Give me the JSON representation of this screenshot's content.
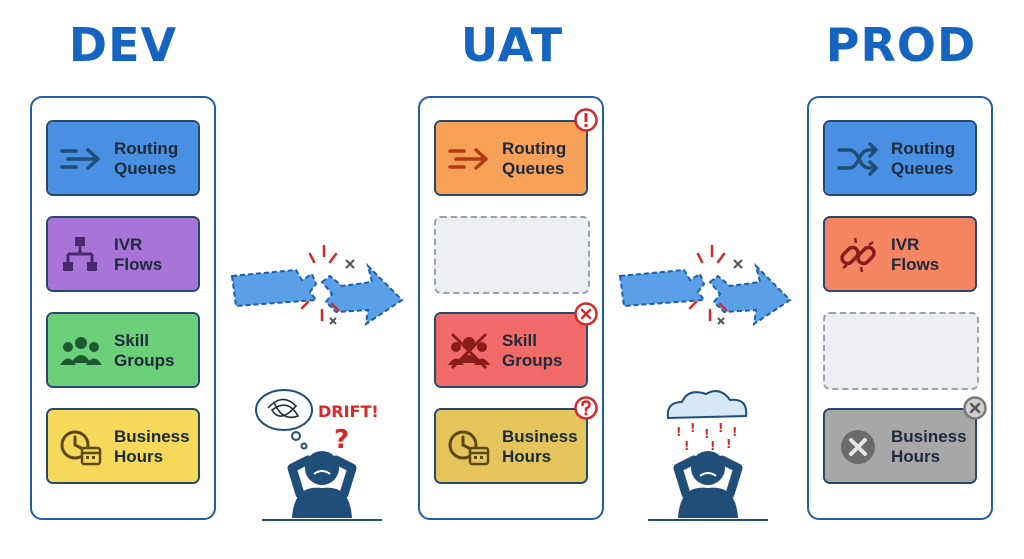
{
  "environments": {
    "dev": {
      "title": "DEV",
      "cards": [
        {
          "line1": "Routing",
          "line2": "Queues",
          "icon": "routing-arrow-icon",
          "color": "#4a90e2"
        },
        {
          "line1": "IVR",
          "line2": "Flows",
          "icon": "flow-chart-icon",
          "color": "#a874d8"
        },
        {
          "line1": "Skill",
          "line2": "Groups",
          "icon": "people-group-icon",
          "color": "#6ccf7a"
        },
        {
          "line1": "Business",
          "line2": "Hours",
          "icon": "clock-calendar-icon",
          "color": "#f6d85a"
        }
      ]
    },
    "uat": {
      "title": "UAT",
      "cards": [
        {
          "line1": "Routing",
          "line2": "Queues",
          "icon": "routing-arrow-icon",
          "color": "#f7a158",
          "status": "warning"
        },
        {
          "status": "missing"
        },
        {
          "line1": "Skill",
          "line2": "Groups",
          "icon": "people-group-crossed-icon",
          "color": "#f26b6b",
          "status": "error"
        },
        {
          "line1": "Business",
          "line2": "Hours",
          "icon": "clock-calendar-icon",
          "color": "#e3c55c",
          "status": "question"
        }
      ]
    },
    "prod": {
      "title": "PROD",
      "cards": [
        {
          "line1": "Routing",
          "line2": "Queues",
          "icon": "shuffle-icon",
          "color": "#4a90e2"
        },
        {
          "line1": "IVR",
          "line2": "Flows",
          "icon": "broken-link-icon",
          "color": "#f58462"
        },
        {
          "status": "missing"
        },
        {
          "line1": "Business",
          "line2": "Hours",
          "icon": "x-circle-icon",
          "color": "#a7a7a7",
          "status": "disabled"
        }
      ]
    }
  },
  "annotations": {
    "drift": "DRIFT!"
  },
  "colors": {
    "title": "#1565c0",
    "panel_border": "#1f5fa8",
    "arrow": "#5aa0e8",
    "alert": "#d62828",
    "person": "#1f4e79"
  }
}
